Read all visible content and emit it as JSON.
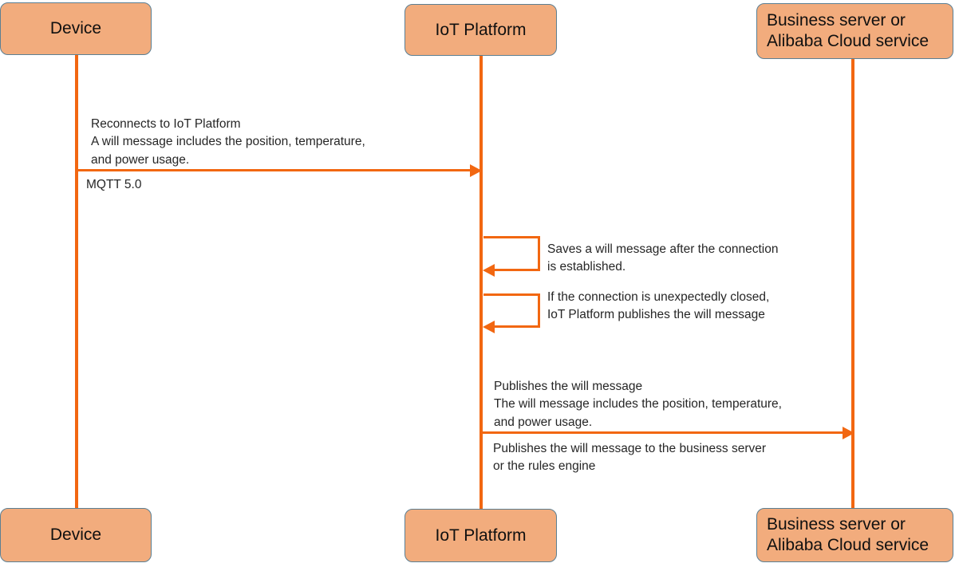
{
  "diagram": {
    "type": "sequence-diagram",
    "colors": {
      "participant_fill": "#f2ac7d",
      "participant_border": "#5b7f93",
      "lifeline": "#f26711",
      "arrow": "#f26711",
      "text": "#262626",
      "background": "#ffffff"
    },
    "participants": [
      {
        "id": "device",
        "label": "Device",
        "align": "center"
      },
      {
        "id": "iot-platform",
        "label": "IoT Platform",
        "align": "center"
      },
      {
        "id": "business-server",
        "label": "Business server or\nAlibaba Cloud service",
        "align": "left"
      }
    ],
    "participants_bottom": [
      {
        "id": "device",
        "label": "Device",
        "align": "center"
      },
      {
        "id": "iot-platform",
        "label": "IoT Platform",
        "align": "center"
      },
      {
        "id": "business-server",
        "label": "Business server or\nAlibaba Cloud service",
        "align": "left"
      }
    ],
    "messages": [
      {
        "id": "reconnect",
        "from": "device",
        "to": "iot-platform",
        "direction": "right",
        "label_above": "Reconnects to IoT Platform\nA will message includes the position, temperature,\nand power usage.",
        "label_below": "MQTT 5.0"
      },
      {
        "id": "save-will-message",
        "from": "iot-platform",
        "to": "iot-platform",
        "direction": "self",
        "label_right": "Saves a will message after the connection\nis established."
      },
      {
        "id": "publish-on-close",
        "from": "iot-platform",
        "to": "iot-platform",
        "direction": "self",
        "label_right": "If the connection is unexpectedly closed,\nIoT Platform publishes the will message"
      },
      {
        "id": "publish-will-message",
        "from": "iot-platform",
        "to": "business-server",
        "direction": "right",
        "label_above": "Publishes the will message\nThe will message includes the position, temperature,\nand power usage.",
        "label_below": "Publishes the will message to the business server\nor the rules engine"
      }
    ]
  }
}
